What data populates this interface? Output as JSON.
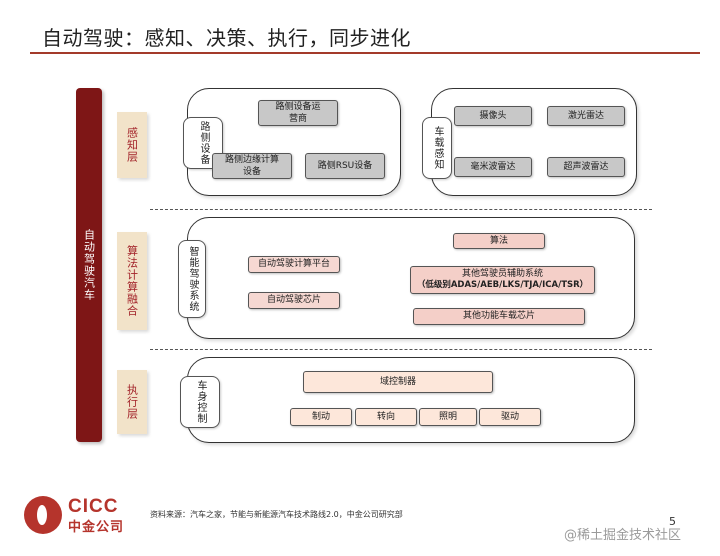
{
  "title": "自动驾驶：感知、决策、执行，同步进化",
  "vehicle_label": "自动驾驶汽车",
  "layers": {
    "perception": "感知层",
    "algorithm": "算法计算融合",
    "execution": "执行层"
  },
  "perception": {
    "roadside": {
      "category": "路侧设备",
      "items": [
        "路侧设备运营商",
        "路侧边缘计算设备",
        "路侧RSU设备"
      ]
    },
    "onboard": {
      "category": "车载感知",
      "items": [
        "摄像头",
        "激光雷达",
        "毫米波雷达",
        "超声波雷达"
      ]
    }
  },
  "algorithm": {
    "category": "智能驾驶系统",
    "left_items": [
      "自动驾驶计算平台",
      "自动驾驶芯片"
    ],
    "right_items": [
      "算法",
      "其他驾驶员辅助系统",
      "（低级别ADAS/AEB/LKS/TJA/ICA/TSR）",
      "其他功能车载芯片"
    ]
  },
  "execution": {
    "category": "车身控制",
    "controller": "域控制器",
    "items": [
      "制动",
      "转向",
      "照明",
      "驱动"
    ]
  },
  "footer": {
    "logo_en": "CICC",
    "logo_cn": "中金公司",
    "source": "资料来源：汽车之家，节能与新能源汽车技术路线2.0，中金公司研究部",
    "page": "5",
    "watermark": "@稀土掘金技术社区"
  },
  "colors": {
    "title_rule": "#a33a2a",
    "vehicle_bar": "#7e1616",
    "layer_label_bg": "#f2e3c9",
    "layer_label_text": "#a3242a",
    "gray_box": "#c8c8c8",
    "pink_box": "#f4cfc8",
    "peach_box": "#fde7da",
    "brand": "#b5342c"
  }
}
